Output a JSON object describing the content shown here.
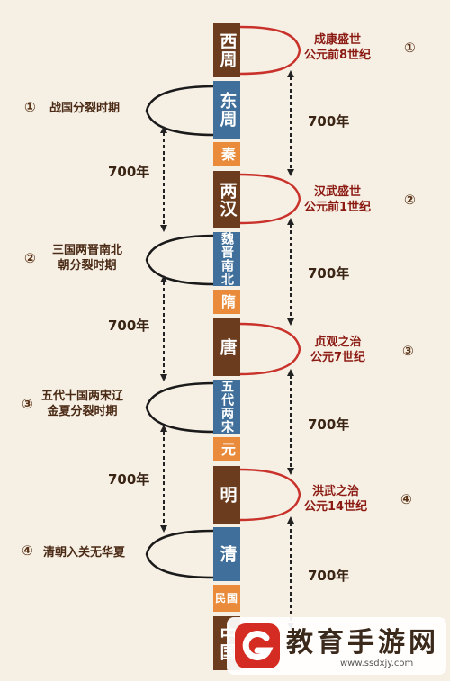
{
  "eras": [
    {
      "name": "西周"
    },
    {
      "name": "东周"
    },
    {
      "name": "秦"
    },
    {
      "name": "两汉"
    },
    {
      "name": "魏晋南北"
    },
    {
      "name": "隋"
    },
    {
      "name": "唐"
    },
    {
      "name": "五代两宋"
    },
    {
      "name": "元"
    },
    {
      "name": "明"
    },
    {
      "name": "清"
    },
    {
      "name": "民国"
    },
    {
      "name": "中国"
    }
  ],
  "prosperity": [
    {
      "num": "①",
      "title": "成康盛世",
      "date": "公元前8世纪"
    },
    {
      "num": "②",
      "title": "汉武盛世",
      "date": "公元前1世纪"
    },
    {
      "num": "③",
      "title": "贞观之治",
      "date": "公元7世纪"
    },
    {
      "num": "④",
      "title": "洪武之治",
      "date": "公元14世纪"
    }
  ],
  "division": [
    {
      "num": "①",
      "lines": [
        "战国分裂时期"
      ]
    },
    {
      "num": "②",
      "lines": [
        "三国两晋南北",
        "朝分裂时期"
      ]
    },
    {
      "num": "③",
      "lines": [
        "五代十国两宋辽",
        "金夏分裂时期"
      ]
    },
    {
      "num": "④",
      "lines": [
        "清朝入关无华夏"
      ]
    }
  ],
  "interval_label": "700年",
  "colors": {
    "brown": "#6b3d1e",
    "blue": "#3f6f9a",
    "orange": "#e98b3a",
    "red_arc": "#c8322b",
    "black_arc": "#1a1a1a",
    "background": "#f6efe4"
  },
  "watermark": {
    "title": "教育手游网",
    "url": "www.ssdxjy.com",
    "logo_icon": "g-logo-icon"
  }
}
